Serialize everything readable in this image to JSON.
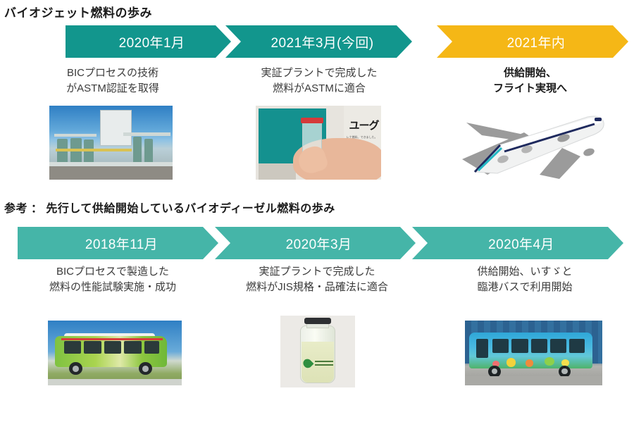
{
  "sections": {
    "jet": {
      "title": "バイオジェット燃料の歩み",
      "steps": [
        {
          "label": "2020年1月",
          "caption": "BICプロセスの技術\nがASTM認証を取得",
          "color": "#12968D",
          "bold": false,
          "media": "plant-photo"
        },
        {
          "label": "2021年3月(今回)",
          "caption": "実証プラントで完成した\n燃料がASTMに適合",
          "color": "#12968D",
          "bold": false,
          "media": "vial-photo"
        },
        {
          "label": "2021年内",
          "caption": "供給開始、\nフライト実現へ",
          "color": "#F5B716",
          "bold": true,
          "media": "airplane-illustration"
        }
      ]
    },
    "diesel": {
      "title": "参考 ： 先行して供給開始しているバイオディーゼル燃料の歩み",
      "steps": [
        {
          "label": "2018年11月",
          "caption": "BICプロセスで製造した\n燃料の性能試験実施・成功",
          "color": "#45B5A8",
          "bold": false,
          "media": "green-bus-photo"
        },
        {
          "label": "2020年3月",
          "caption": "実証プラントで完成した\n燃料がJIS規格・品確法に適合",
          "color": "#45B5A8",
          "bold": false,
          "media": "fuel-bottle-photo"
        },
        {
          "label": "2020年4月",
          "caption": "供給開始、いすゞと\n臨港バスで利用開始",
          "color": "#45B5A8",
          "bold": false,
          "media": "blue-bus-photo"
        }
      ]
    }
  },
  "media_labels": {
    "vial_board_text": "ユーグ",
    "vial_board_subtext": "レナ燃料、できました。"
  },
  "palette": {
    "teal_dark": "#12968D",
    "teal_light": "#45B5A8",
    "amber": "#F5B716",
    "text_dark": "#1a1a1a",
    "text_body": "#3a3a3a",
    "background": "#ffffff"
  }
}
